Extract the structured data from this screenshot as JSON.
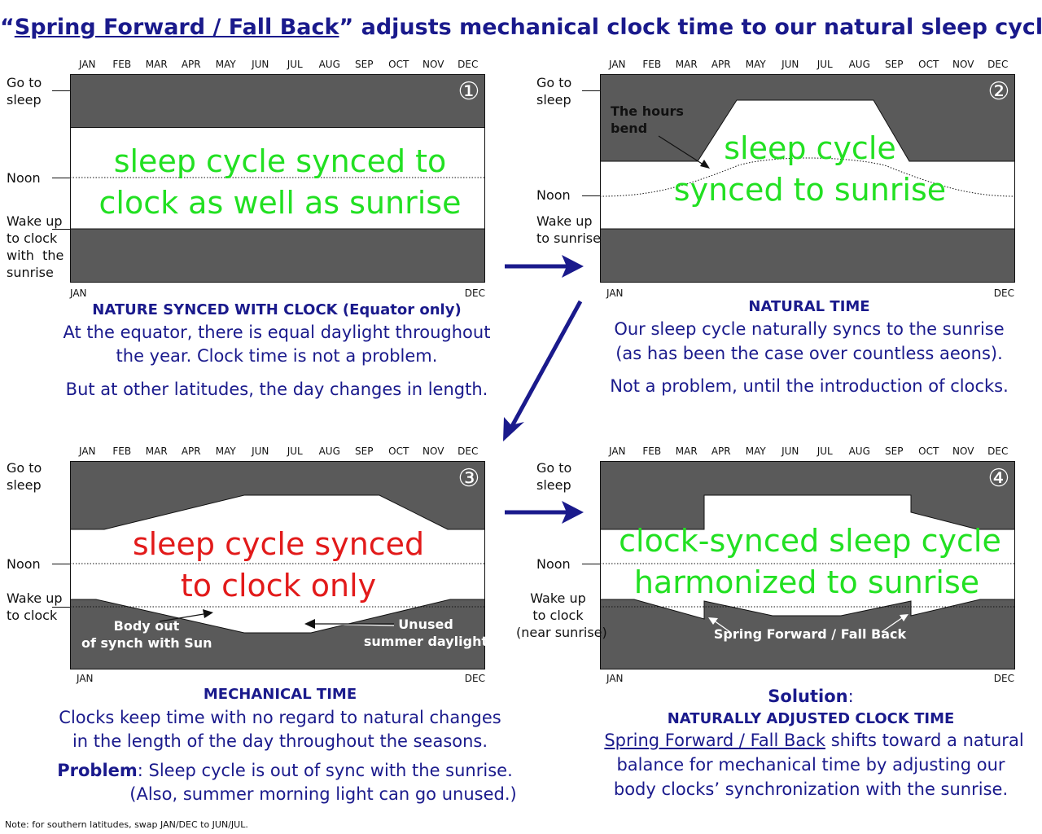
{
  "title_quote_open": "“",
  "title_underlined": "Spring Forward / Fall Back",
  "title_rest": "” adjusts mechanical clock time to our natural sleep cycle:",
  "months": [
    "JAN",
    "FEB",
    "MAR",
    "APR",
    "MAY",
    "JUN",
    "JUL",
    "AUG",
    "SEP",
    "OCT",
    "NOV",
    "DEC"
  ],
  "axis_start": "JAN",
  "axis_end": "DEC",
  "colors": {
    "night": "#5a5a5a",
    "title_blue": "#1a1a8c",
    "green": "#22e022",
    "red": "#e21a1a",
    "arrow": "#1a1a8c"
  },
  "panel1": {
    "number": "①",
    "labels": {
      "sleep": "Go to\nsleep",
      "noon": "Noon",
      "wake": "Wake up\nto clock\nwith  the\nsunrise"
    },
    "text_line1": "sleep cycle synced to",
    "text_line2": "clock as well as sunrise",
    "caption_title": "NATURE SYNCED WITH CLOCK (Equator only)",
    "caption_line1": "At the equator, there is equal daylight throughout",
    "caption_line2": "the year.  Clock time is not a problem.",
    "caption_line3": "But at other latitudes, the day changes in length."
  },
  "panel2": {
    "number": "②",
    "labels": {
      "sleep": "Go to\nsleep",
      "noon": "Noon",
      "wake": "Wake up\nto sunrise"
    },
    "annotation": "The hours\nbend",
    "text_line1": "sleep cycle",
    "text_line2": "synced to sunrise",
    "caption_title": "NATURAL TIME",
    "caption_line1": "Our sleep cycle naturally syncs to the sunrise",
    "caption_line2": "(as has been the case over countless aeons).",
    "caption_line3": "Not a problem, until the introduction of clocks."
  },
  "panel3": {
    "number": "③",
    "labels": {
      "sleep": "Go to\nsleep",
      "noon": "Noon",
      "wake": "Wake up\nto clock"
    },
    "text_line1": "sleep cycle synced",
    "text_line2": "to clock only",
    "annotation_left": "Body out\nof synch with Sun",
    "annotation_right": "Unused\nsummer daylight",
    "caption_title": "MECHANICAL TIME",
    "caption_line1": "Clocks keep time with no regard to natural changes",
    "caption_line2": "in the length of the day throughout the seasons.",
    "problem_label": "Problem",
    "problem_text": ":  Sleep cycle is out of sync with the sunrise.",
    "caption_line4": "(Also, summer morning light can go unused.)"
  },
  "panel4": {
    "number": "④",
    "labels": {
      "sleep": "Go to\nsleep",
      "noon": "Noon",
      "wake": "Wake up\nto clock\n(near sunrise)"
    },
    "text_line1": "clock-synced sleep cycle",
    "text_line2": "harmonized to sunrise",
    "annotation": "Spring Forward / Fall Back",
    "solution_label": "Solution",
    "solution_colon": ":",
    "caption_title": "NATURALLY ADJUSTED CLOCK TIME",
    "caption_link": "Spring Forward / Fall Back",
    "caption_line1_rest": " shifts toward a natural",
    "caption_line2": "balance for mechanical time by adjusting our",
    "caption_line3": "body clocks’ synchronization with the sunrise."
  },
  "note": "Note: for southern latitudes, swap JAN/DEC to JUN/JUL."
}
